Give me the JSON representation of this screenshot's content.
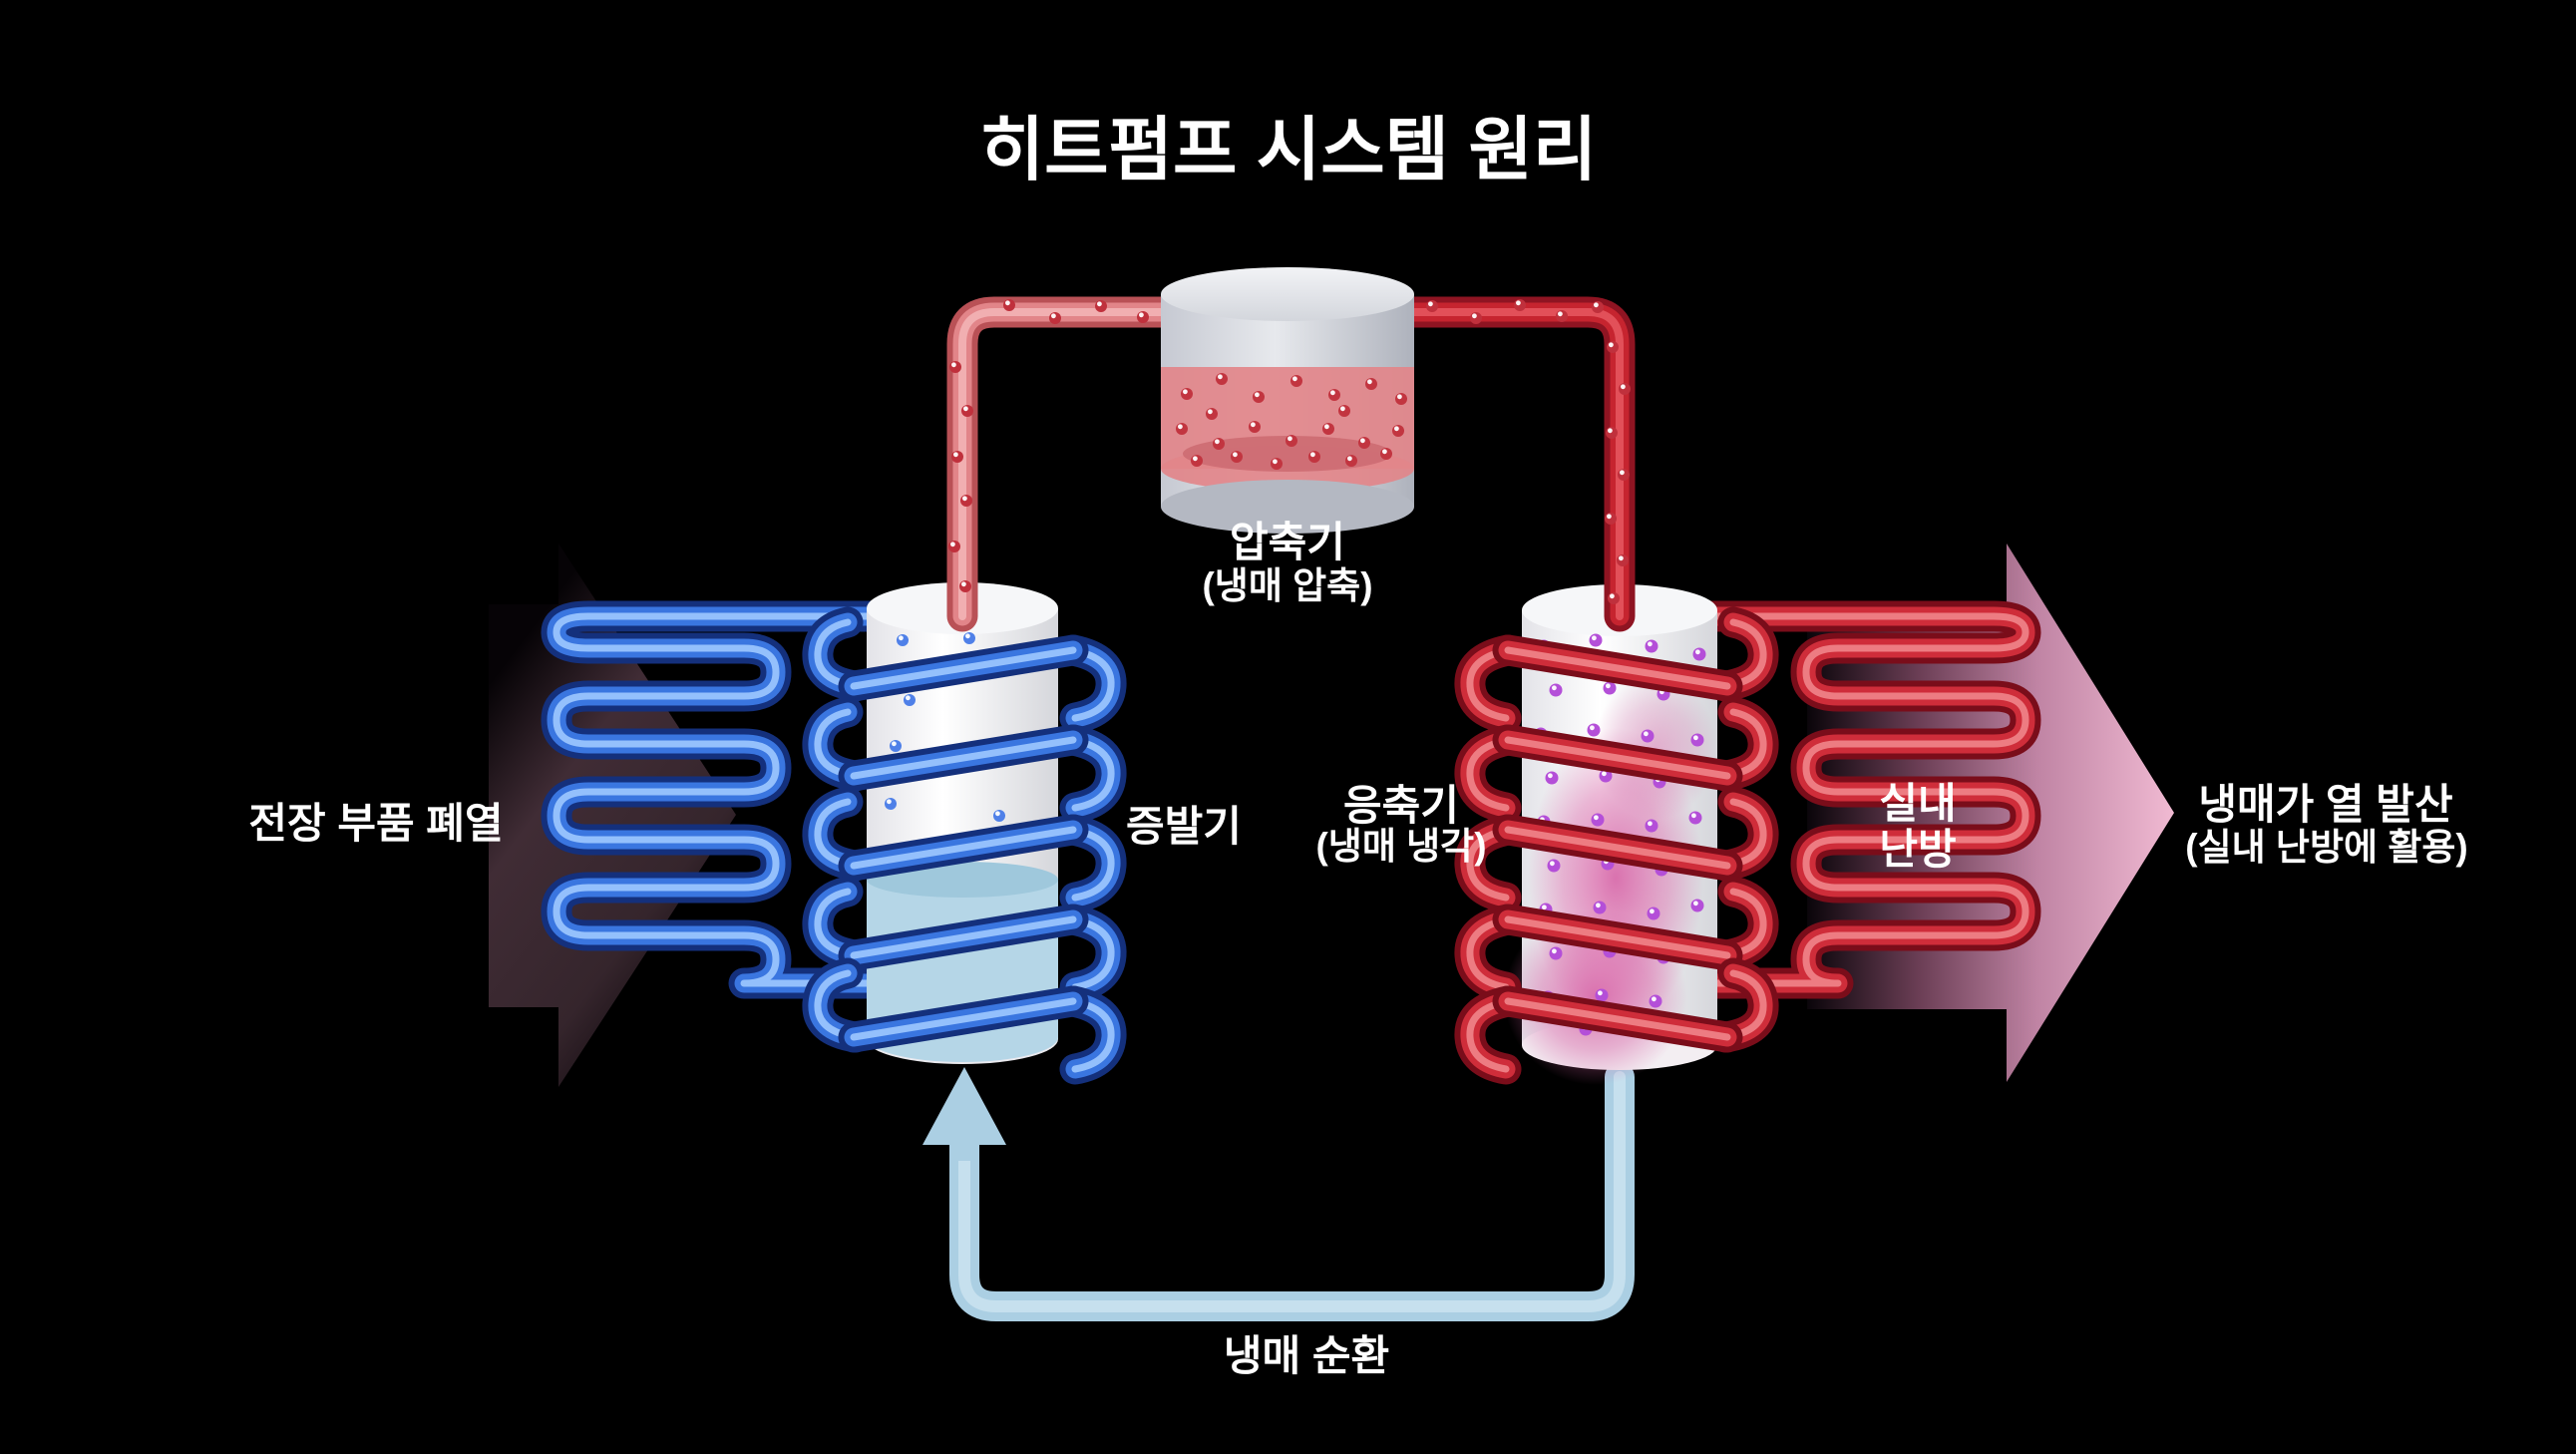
{
  "title": "히트펌프 시스템 원리",
  "components": {
    "compressor": {
      "name": "압축기",
      "sub": "(냉매 압축)"
    },
    "evaporator": {
      "name": "증발기"
    },
    "condenser": {
      "name": "응축기",
      "sub": "(냉매 냉각)"
    },
    "waste_heat": {
      "name": "전장 부품 폐열"
    },
    "indoor_heating": {
      "line1": "실내",
      "line2": "난방"
    },
    "heat_release": {
      "name": "냉매가 열 발산",
      "sub": "(실내 난방에 활용)"
    },
    "refrigerant_cycle": {
      "name": "냉매 순환"
    }
  },
  "colors": {
    "background": "#000000",
    "hot_red": "#c6242f",
    "cold_blue": "#3a76e0",
    "coolant_light_blue": "#abcfe3",
    "arrow_pink": "#f2bcd4",
    "arrow_dark": "#402c35"
  }
}
